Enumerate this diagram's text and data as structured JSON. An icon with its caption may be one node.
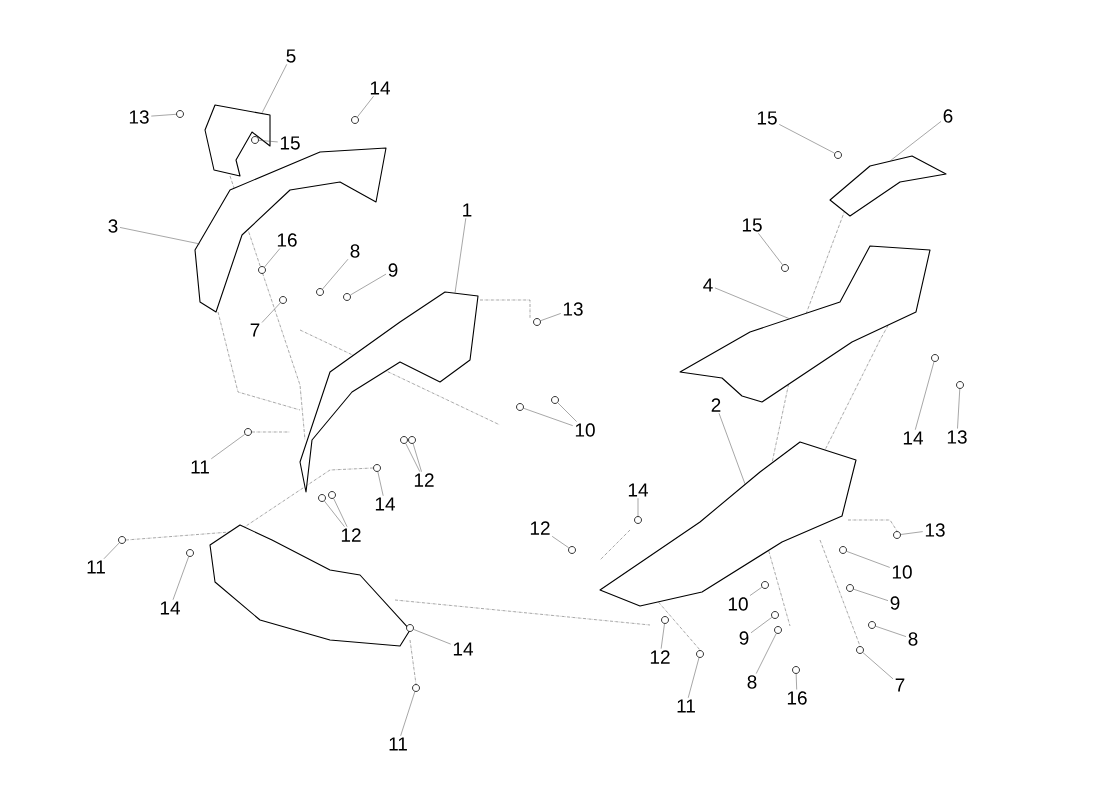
{
  "diagram": {
    "nodes": [
      {
        "text": [
          "5"
        ]
      },
      {
        "text": [
          "14"
        ]
      },
      {
        "text": [
          "13"
        ]
      },
      {
        "text": [
          "6"
        ]
      },
      {
        "text": [
          "15"
        ]
      },
      {
        "text": [
          "15"
        ]
      },
      {
        "text": [
          "1"
        ]
      },
      {
        "text": [
          "3"
        ]
      },
      {
        "text": [
          "15"
        ]
      },
      {
        "text": [
          "16"
        ]
      },
      {
        "text": [
          "8"
        ]
      },
      {
        "text": [
          "9"
        ]
      },
      {
        "text": [
          "4"
        ]
      },
      {
        "text": [
          "13"
        ]
      },
      {
        "text": [
          "7"
        ]
      },
      {
        "text": [
          "2"
        ]
      },
      {
        "text": [
          "10"
        ]
      },
      {
        "text": [
          "14"
        ]
      },
      {
        "text": [
          "13"
        ]
      },
      {
        "text": [
          "11"
        ]
      },
      {
        "text": [
          "12"
        ]
      },
      {
        "text": [
          "14"
        ]
      },
      {
        "text": [
          "14"
        ]
      },
      {
        "text": [
          "12"
        ]
      },
      {
        "text": [
          "13"
        ]
      },
      {
        "text": [
          "12"
        ]
      },
      {
        "text": [
          "11"
        ]
      },
      {
        "text": [
          "10"
        ]
      },
      {
        "text": [
          "9"
        ]
      },
      {
        "text": [
          "10"
        ]
      },
      {
        "text": [
          "14"
        ]
      },
      {
        "text": [
          "8"
        ]
      },
      {
        "text": [
          "9"
        ]
      },
      {
        "text": [
          "14"
        ]
      },
      {
        "text": [
          "12"
        ]
      },
      {
        "text": [
          "8"
        ]
      },
      {
        "text": [
          "7"
        ]
      },
      {
        "text": [
          "16"
        ]
      },
      {
        "text": [
          "11"
        ]
      },
      {
        "text": [
          "11"
        ]
      },
      {
        "text": [],
        "shape": "picture"
      },
      {
        "text": [],
        "shape": "picture"
      },
      {
        "text": [],
        "shape": "picture"
      },
      {
        "text": [],
        "shape": "picture"
      },
      {
        "text": [],
        "shape": "picture"
      },
      {
        "text": [],
        "shape": "picture"
      },
      {
        "text": [],
        "shape": "picture"
      },
      {
        "text": [],
        "shape": "circle"
      },
      {
        "text": [],
        "shape": "circle"
      },
      {
        "text": [],
        "shape": "circle"
      },
      {
        "text": [],
        "shape": "circle"
      },
      {
        "text": [],
        "shape": "circle"
      },
      {
        "text": [],
        "shape": "circle"
      },
      {
        "text": [],
        "shape": "circle"
      },
      {
        "text": [],
        "shape": "circle"
      },
      {
        "text": [],
        "shape": "circle"
      },
      {
        "text": [],
        "shape": "circle"
      },
      {
        "text": [],
        "shape": "circle"
      },
      {
        "text": [],
        "shape": "circle"
      },
      {
        "text": [],
        "shape": "circle"
      },
      {
        "text": [],
        "shape": "circle"
      },
      {
        "text": [],
        "shape": "circle"
      },
      {
        "text": [],
        "shape": "circle"
      },
      {
        "text": [],
        "shape": "circle"
      },
      {
        "text": [],
        "shape": "circle"
      },
      {
        "text": [],
        "shape": "circle"
      },
      {
        "text": [],
        "shape": "circle"
      },
      {
        "text": [],
        "shape": "circle"
      },
      {
        "text": [],
        "shape": "circle"
      },
      {
        "text": [],
        "shape": "circle"
      },
      {
        "text": [],
        "shape": "circle"
      },
      {
        "text": [],
        "shape": "circle"
      },
      {
        "text": [],
        "shape": "circle"
      },
      {
        "text": [],
        "shape": "circle"
      },
      {
        "text": [],
        "shape": "circle"
      },
      {
        "text": [],
        "shape": "circle"
      },
      {
        "text": [],
        "shape": "circle"
      },
      {
        "text": [],
        "shape": "circle"
      },
      {
        "text": [],
        "shape": "circle"
      },
      {
        "text": [],
        "shape": "circle"
      },
      {
        "text": [],
        "shape": "circle"
      },
      {
        "text": [],
        "shape": "circle"
      },
      {
        "text": [],
        "shape": "circle"
      },
      {
        "text": [],
        "shape": "circle"
      }
    ],
    "edges": [
      {
        "from": 0,
        "to": 40,
        "arrow": "none"
      },
      {
        "from": 1,
        "to": 47,
        "arrow": "none"
      },
      {
        "from": 2,
        "to": 48,
        "arrow": "none"
      },
      {
        "from": 3,
        "to": 42,
        "arrow": "none"
      },
      {
        "from": 4,
        "to": 49,
        "arrow": "none"
      },
      {
        "from": 5,
        "to": 50,
        "arrow": "none"
      },
      {
        "from": 6,
        "to": 44,
        "arrow": "none"
      },
      {
        "from": 7,
        "to": 41,
        "arrow": "none"
      },
      {
        "from": 8,
        "to": 51,
        "arrow": "none"
      },
      {
        "from": 9,
        "to": 52,
        "arrow": "none"
      },
      {
        "from": 10,
        "to": 53,
        "arrow": "none"
      },
      {
        "from": 11,
        "to": 54,
        "arrow": "none"
      },
      {
        "from": 12,
        "to": 43,
        "arrow": "none"
      },
      {
        "from": 13,
        "to": 55,
        "arrow": "none"
      },
      {
        "from": 14,
        "to": 56,
        "arrow": "none"
      },
      {
        "from": 15,
        "to": 45,
        "arrow": "none"
      },
      {
        "from": 16,
        "to": 57,
        "arrow": "none"
      },
      {
        "from": 16,
        "to": 58,
        "arrow": "none"
      },
      {
        "from": 17,
        "to": 59,
        "arrow": "none"
      },
      {
        "from": 18,
        "to": 60,
        "arrow": "none"
      },
      {
        "from": 19,
        "to": 61,
        "arrow": "none"
      },
      {
        "from": 20,
        "to": 62,
        "arrow": "none"
      },
      {
        "from": 20,
        "to": 63,
        "arrow": "none"
      },
      {
        "from": 21,
        "to": 64,
        "arrow": "none"
      },
      {
        "from": 22,
        "to": 65,
        "arrow": "none"
      },
      {
        "from": 23,
        "to": 66,
        "arrow": "none"
      },
      {
        "from": 24,
        "to": 67,
        "arrow": "none"
      },
      {
        "from": 25,
        "to": 68,
        "arrow": "none"
      },
      {
        "from": 25,
        "to": 69,
        "arrow": "none"
      },
      {
        "from": 26,
        "to": 70,
        "arrow": "none"
      },
      {
        "from": 27,
        "to": 71,
        "arrow": "none"
      },
      {
        "from": 28,
        "to": 72,
        "arrow": "none"
      },
      {
        "from": 29,
        "to": 73,
        "arrow": "none"
      },
      {
        "from": 30,
        "to": 74,
        "arrow": "none"
      },
      {
        "from": 31,
        "to": 75,
        "arrow": "none"
      },
      {
        "from": 32,
        "to": 76,
        "arrow": "none"
      },
      {
        "from": 33,
        "to": 77,
        "arrow": "none"
      },
      {
        "from": 34,
        "to": 78,
        "arrow": "none"
      },
      {
        "from": 35,
        "to": 79,
        "arrow": "none"
      },
      {
        "from": 36,
        "to": 80,
        "arrow": "none"
      },
      {
        "from": 37,
        "to": 81,
        "arrow": "none"
      },
      {
        "from": 38,
        "to": 82,
        "arrow": "none"
      },
      {
        "from": 39,
        "to": 83,
        "arrow": "none"
      }
    ]
  }
}
